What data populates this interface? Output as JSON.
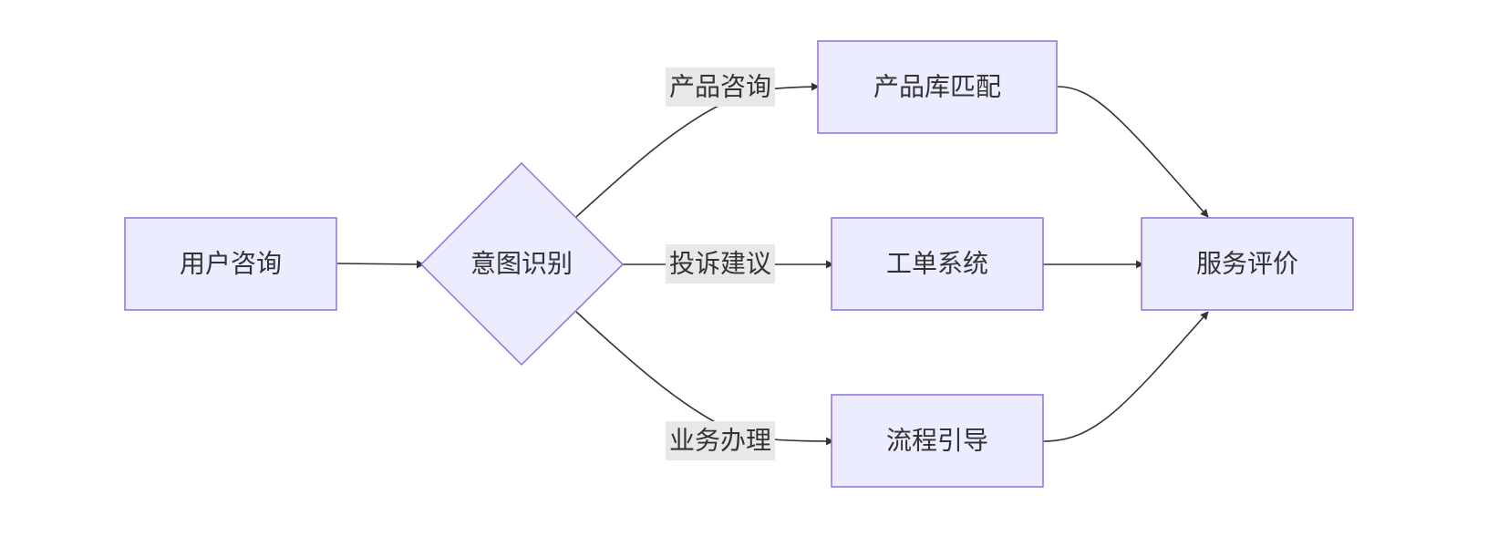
{
  "diagram": {
    "nodes": {
      "user_inquiry": "用户咨询",
      "intent_recognition": "意图识别",
      "product_match": "产品库匹配",
      "ticket_system": "工单系统",
      "process_guide": "流程引导",
      "service_rating": "服务评价"
    },
    "edge_labels": {
      "product_inquiry": "产品咨询",
      "complaint_suggestion": "投诉建议",
      "business_handling": "业务办理"
    },
    "colors": {
      "node_fill": "#ECECFF",
      "node_stroke": "#9370DB",
      "edge": "#333333",
      "label_bg": "#E8E8E8",
      "text": "#333333"
    }
  }
}
